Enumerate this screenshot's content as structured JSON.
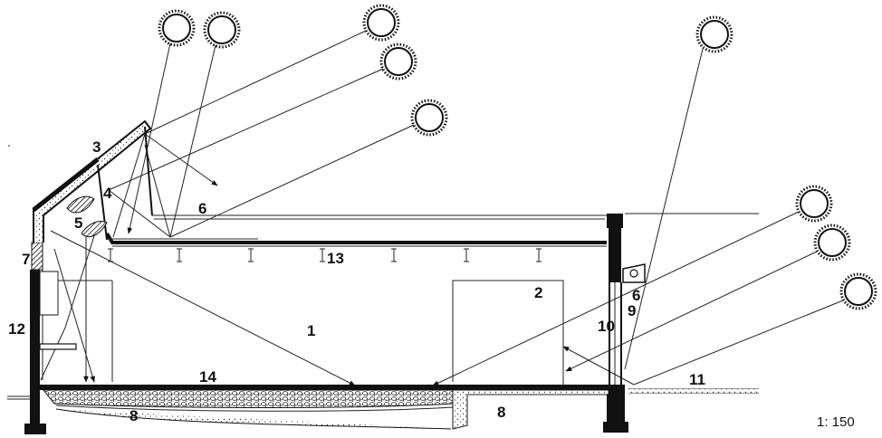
{
  "labels": {
    "l1": "1",
    "l2": "2",
    "l3": "3",
    "l4": "4",
    "l5": "5",
    "l6a": "6",
    "l6b": "6",
    "l7": "7",
    "l8a": "8",
    "l8b": "8",
    "l9": "9",
    "l10": "10",
    "l11": "11",
    "l12": "12",
    "l13": "13",
    "l14": "14"
  },
  "scale": "1: 150"
}
